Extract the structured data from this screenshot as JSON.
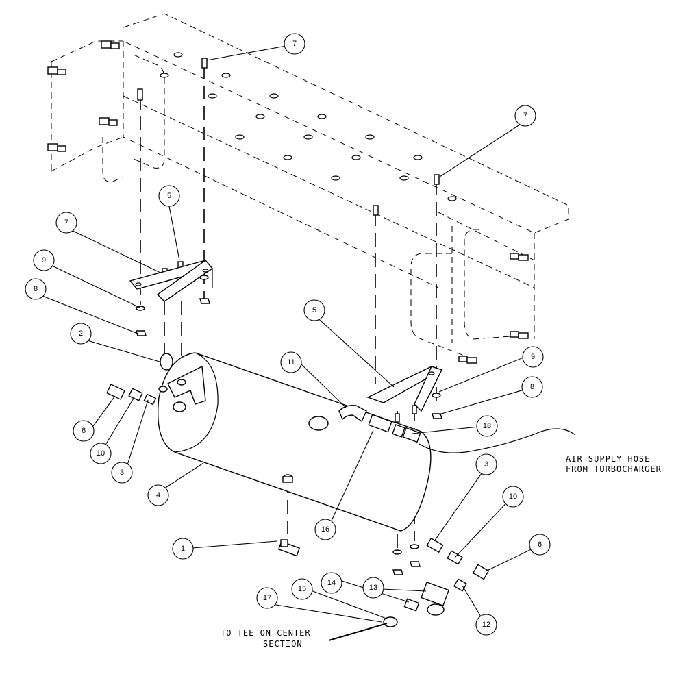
{
  "callouts": {
    "c1": "1",
    "c2": "2",
    "c3a": "3",
    "c3b": "3",
    "c4": "4",
    "c5a": "5",
    "c5b": "5",
    "c6a": "6",
    "c6b": "6",
    "c7a": "7",
    "c7b": "7",
    "c7c": "7",
    "c8a": "8",
    "c8b": "8",
    "c9a": "9",
    "c9b": "9",
    "c10a": "10",
    "c10b": "10",
    "c11": "11",
    "c12": "12",
    "c13": "13",
    "c14": "14",
    "c15": "15",
    "c16": "16",
    "c17": "17",
    "c18": "18"
  },
  "notes": {
    "air_supply_line1": "AIR SUPPLY HOSE",
    "air_supply_line2": "FROM TURBOCHARGER",
    "tee_line1": "TO TEE ON CENTER",
    "tee_line2": "SECTION"
  }
}
